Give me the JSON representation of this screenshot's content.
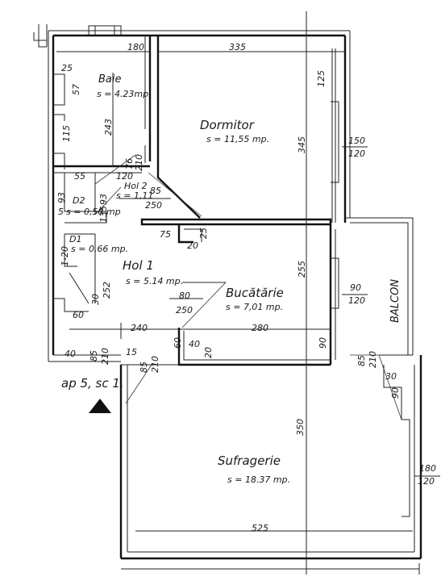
{
  "plan": {
    "entrance": {
      "label": "ap 5, sc 1."
    },
    "rooms": {
      "baie": {
        "name": "Baie",
        "area": "s = 4.23mp."
      },
      "dormitor": {
        "name": "Dormitor",
        "area": "s = 11,55 mp."
      },
      "hol2": {
        "name": "Hol 2",
        "area": "s = 1,11"
      },
      "d2": {
        "name": "D2",
        "area": "s = 0,58 mp"
      },
      "d1": {
        "name": "D1",
        "area": "s = 0,66 mp."
      },
      "hol1": {
        "name": "Hol 1",
        "area": "s = 5.14 mp."
      },
      "bucatarie": {
        "name": "Bucătărie",
        "area": "s = 7,01 mp."
      },
      "balcon": {
        "name": "BALCON"
      },
      "sufragerie": {
        "name": "Sufragerie",
        "area": "s = 18.37 mp."
      }
    },
    "dimensions": {
      "top_180": "180",
      "top_335": "335",
      "baie_25": "25",
      "baie_57": "57",
      "baie_115": "115",
      "baie_243": "243",
      "dorm_125": "125",
      "dorm_345": "345",
      "win_150": "150",
      "win_120a": "120",
      "door_76": "76",
      "door_210a": "210",
      "hol2_55": "55",
      "hol2_120": "120",
      "hol2_85": "85",
      "hol2_250": "250",
      "d2_93a": "93",
      "d2_93b": "93",
      "d2_135": "135",
      "d2_5": "5",
      "d1_120": "1-20",
      "hol1_75": "75",
      "hol1_252": "252",
      "hol1_30": "30",
      "buc_25": "25",
      "buc_20": "20",
      "buc_255": "255",
      "buc_80": "80",
      "buc_250": "250",
      "win_90a": "90",
      "win_120b": "120",
      "left_60a": "60",
      "mid_240": "240",
      "mid_280": "280",
      "buc_90": "90",
      "bot_40a": "40",
      "bot_85a": "85",
      "bot_210a": "210",
      "bot_15": "15",
      "bot_85b": "85",
      "bot_210b": "210",
      "bot_60b": "60",
      "bot_40b": "40",
      "bot_20": "20",
      "bal_85": "85",
      "bal_210": "210",
      "bal_30": "30",
      "bal_90": "90",
      "suf_350": "350",
      "win_180": "180",
      "win_120c": "120",
      "suf_525": "525"
    }
  }
}
